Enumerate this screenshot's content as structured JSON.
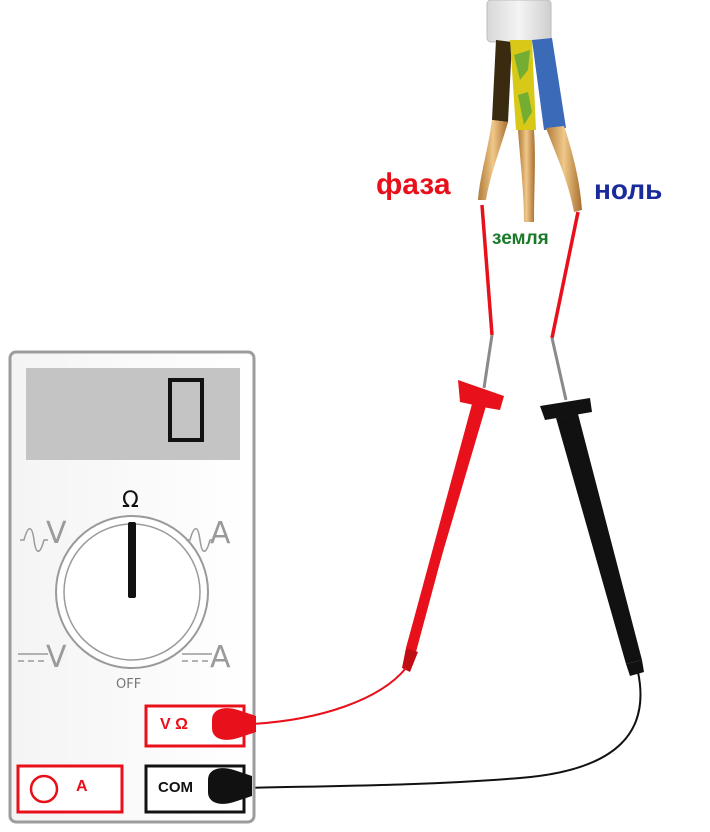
{
  "labels": {
    "phase": "фаза",
    "neutral": "ноль",
    "ground": "земля"
  },
  "meter": {
    "display_value": "0",
    "dial": {
      "top": "Ω",
      "ac_voltage": "V",
      "ac_current": "A",
      "dc_voltage": "V",
      "dc_current": "A",
      "off": "OFF"
    },
    "jacks": {
      "voltage_ohm": "V Ω",
      "common": "COM",
      "amp": "A"
    }
  },
  "colors": {
    "phase_label": "#e8101a",
    "neutral_label": "#1a2a9a",
    "ground_label": "#1a7a2a",
    "red_probe": "#e8101a",
    "black_probe": "#111111",
    "wire_brown": "#3a2a10",
    "wire_yellow_green": "#d8c818",
    "wire_blue": "#3a6ab8"
  }
}
